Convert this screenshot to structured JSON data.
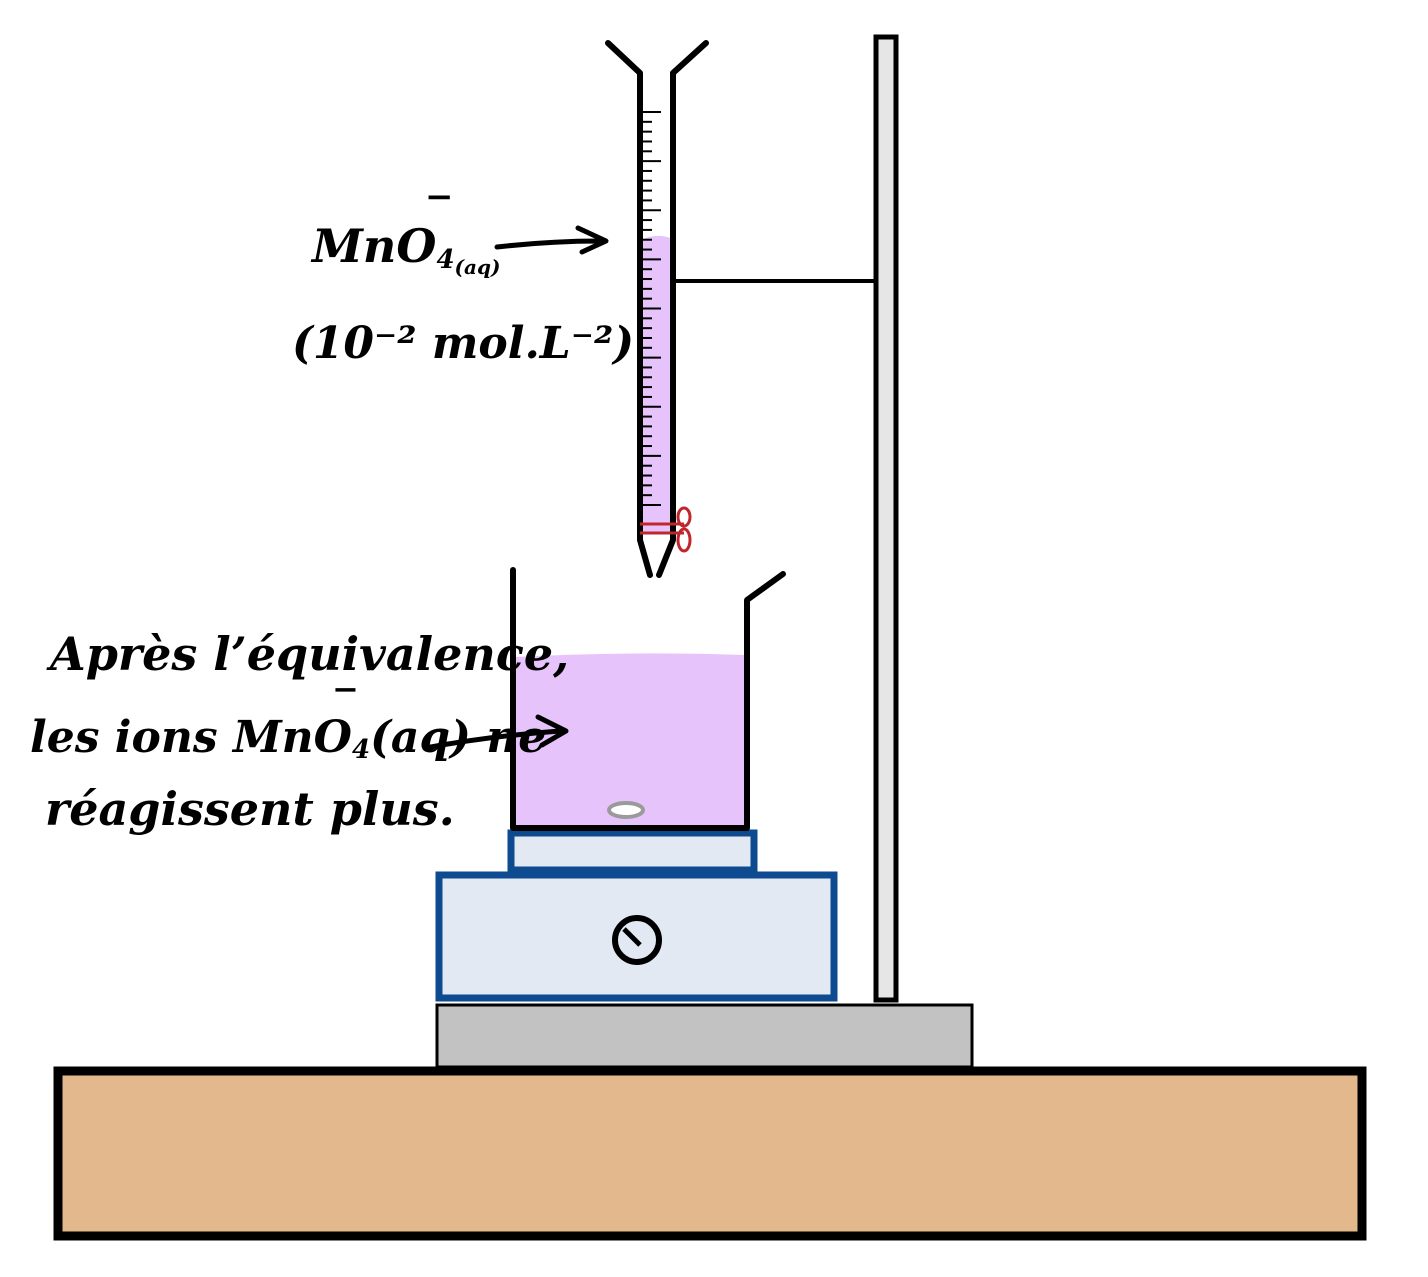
{
  "labels": {
    "reagent": "MnO4-(aq)",
    "reagent_ion": "MnO",
    "reagent_sub": "4",
    "reagent_charge": "−",
    "reagent_state": "(aq)",
    "concentration": "(10⁻² mol.L⁻²)",
    "note_line1": "Après l’équivalence,",
    "note_line2_pre": "les ions MnO",
    "note_line2_sub": "4",
    "note_line2_charge": "−",
    "note_line2_post": "(aq) ne",
    "note_line3": "réagissent plus."
  },
  "colors": {
    "solution": "#e6c3fb",
    "stirrer_outline": "#0e4a8f",
    "stirrer_fill": "#e3e9f3",
    "base_plate": "#c2c2c2",
    "bench": "#e3b88d",
    "stopcock": "#c0272d",
    "stir_bar": "#9a9a9a"
  },
  "icons": {
    "knob": "dial-icon",
    "stopcock": "stopcock-icon",
    "stir_bar": "stir-bar-icon"
  }
}
